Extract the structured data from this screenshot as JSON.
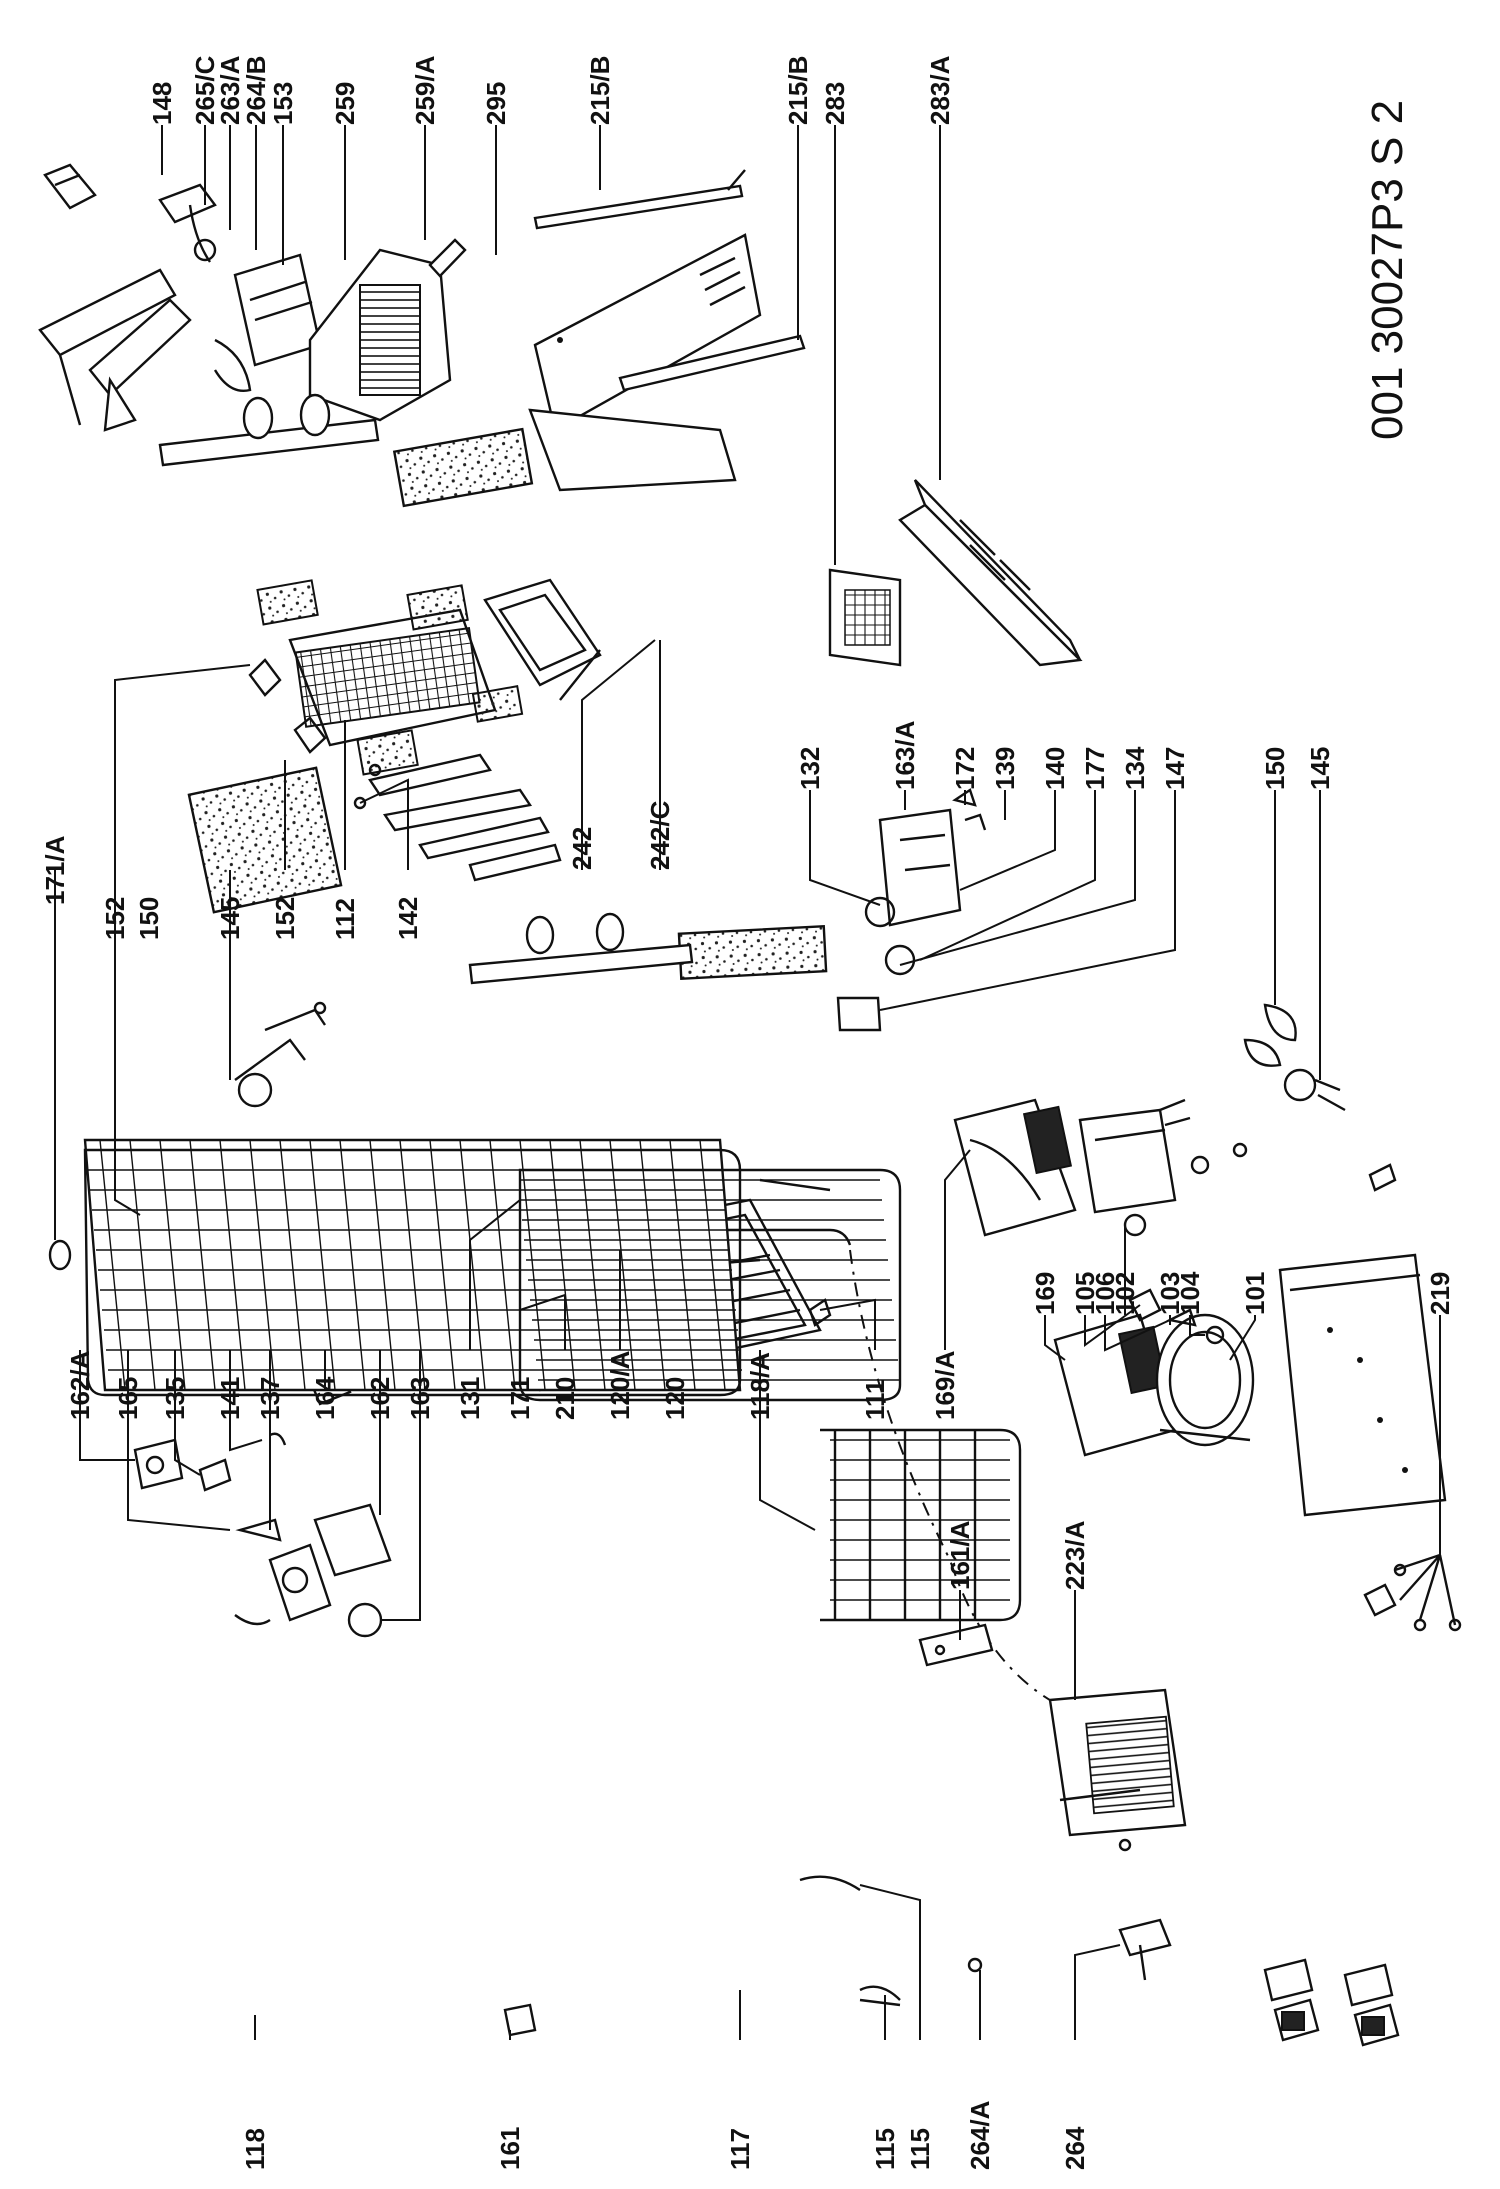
{
  "diagram": {
    "drawing_code": "001 30027P3 S 2",
    "labels": [
      "148",
      "265/C",
      "263/A",
      "264/B",
      "153",
      "259",
      "259/A",
      "295",
      "215/B",
      "215/B",
      "283",
      "283/A",
      "171/A",
      "152",
      "150",
      "145",
      "152",
      "112",
      "142",
      "242",
      "242/C",
      "132",
      "163/A",
      "172",
      "139",
      "140",
      "177",
      "134",
      "147",
      "150",
      "145",
      "162/A",
      "165",
      "135",
      "141",
      "137",
      "164",
      "162",
      "163",
      "131",
      "171",
      "210",
      "120/A",
      "120",
      "118/A",
      "111",
      "169/A",
      "169",
      "105",
      "106",
      "102",
      "103",
      "104",
      "101",
      "219",
      "118",
      "161",
      "117",
      "115",
      "115",
      "264/A",
      "264",
      "161/A",
      "223/A"
    ]
  }
}
